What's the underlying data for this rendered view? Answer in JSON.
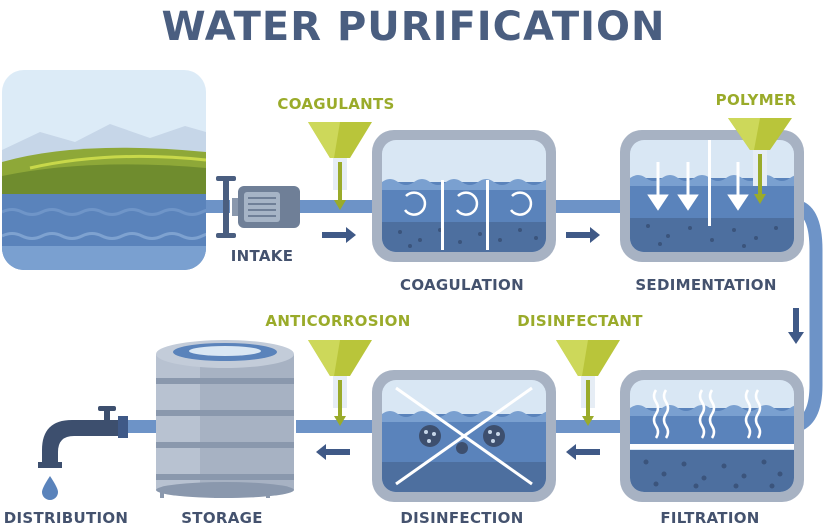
{
  "title": "WATER PURIFICATION",
  "labels": {
    "coagulants": "COAGULANTS",
    "polymer": "POLYMER",
    "anticorrosion": "ANTICORROSION",
    "disinfectant": "DISINFECTANT",
    "intake": "INTAKE",
    "coagulation": "COAGULATION",
    "sedimentation": "SEDIMENTATION",
    "distribution": "DISTRIBUTION",
    "storage": "STORAGE",
    "disinfection": "DISINFECTION",
    "filtration": "FILTRATION"
  },
  "colors": {
    "title": "#4a5e80",
    "label": "#44526e",
    "chemical_label": "#9aab2a",
    "pipe": "#6d93c7",
    "water": "#5a83bb",
    "tank_frame": "#a7b2c3",
    "funnel": "#b9c53a",
    "arrow": "#3f5987"
  },
  "icons": [
    "landscape-scene",
    "pump-icon",
    "funnel-icon",
    "arrow-icon",
    "water-tank-icon",
    "faucet-icon",
    "water-drop-icon"
  ]
}
